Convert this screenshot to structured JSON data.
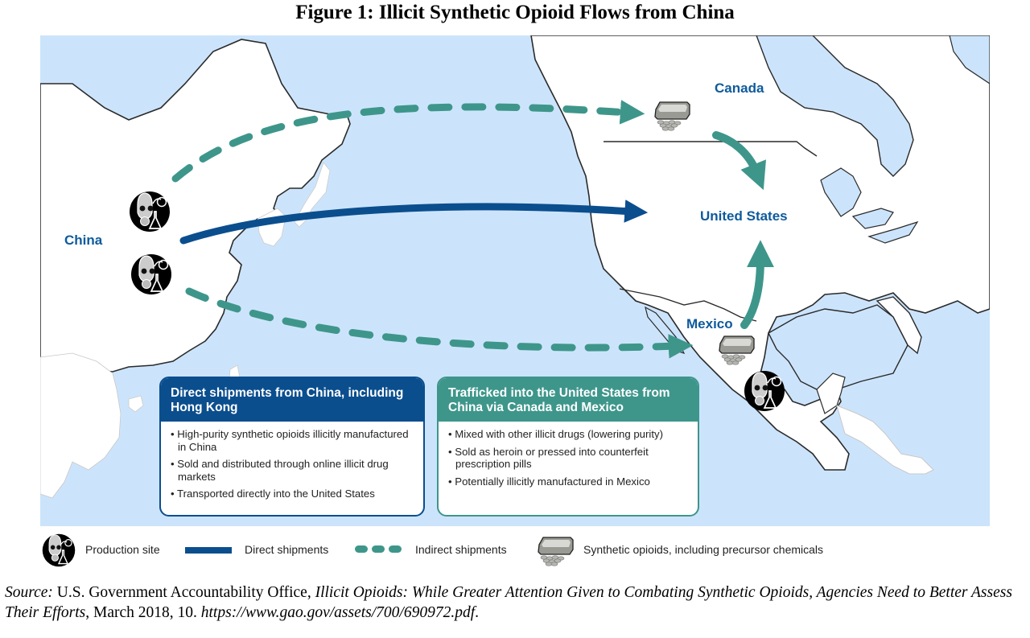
{
  "figure": {
    "title": "Figure 1: Illicit Synthetic Opioid Flows from China"
  },
  "map": {
    "colors": {
      "water": "#cce4fb",
      "land": "#ffffff",
      "direct": "#0b4e8e",
      "indirect": "#3e968b",
      "label": "#0e5a9c"
    },
    "labels": {
      "china": "China",
      "canada": "Canada",
      "united_states": "United States",
      "mexico": "Mexico"
    },
    "markers": [
      {
        "type": "production-site",
        "location": "China (north)"
      },
      {
        "type": "production-site",
        "location": "China (south)"
      },
      {
        "type": "production-site",
        "location": "Mexico"
      },
      {
        "type": "synthetic-opioids",
        "location": "Canada"
      },
      {
        "type": "synthetic-opioids",
        "location": "Mexico"
      }
    ],
    "flows": [
      {
        "type": "indirect",
        "from": "China",
        "to": "Canada"
      },
      {
        "type": "direct",
        "from": "China",
        "to": "United States"
      },
      {
        "type": "indirect",
        "from": "China",
        "to": "Mexico"
      },
      {
        "type": "indirect",
        "from": "Canada",
        "to": "United States"
      },
      {
        "type": "indirect",
        "from": "Mexico",
        "to": "United States"
      }
    ]
  },
  "boxes": {
    "direct": {
      "title": "Direct shipments from China, including Hong Kong",
      "items": [
        "High-purity synthetic opioids illicitly manufactured in China",
        "Sold and distributed through online illicit drug markets",
        "Transported directly into the United States"
      ]
    },
    "indirect": {
      "title": "Trafficked into the United States from China via Canada and Mexico",
      "items": [
        "Mixed with other illicit drugs (lowering purity)",
        "Sold as heroin or pressed into counterfeit prescription pills",
        "Potentially illicitly manufactured in Mexico"
      ]
    }
  },
  "legend": {
    "production_site": "Production site",
    "direct": "Direct shipments",
    "indirect": "Indirect shipments",
    "opioids": "Synthetic opioids, including precursor chemicals"
  },
  "source": {
    "label": "Source:",
    "org": " U.S. Government Accountability Office, ",
    "title": "Illicit Opioids: While Greater Attention Given to Combating Synthetic Opioids, Agencies Need to Better Assess Their Efforts",
    "date": ", March 2018, 10. ",
    "url": "https://www.gao.gov/assets/700/690972.pdf",
    "end": "."
  }
}
